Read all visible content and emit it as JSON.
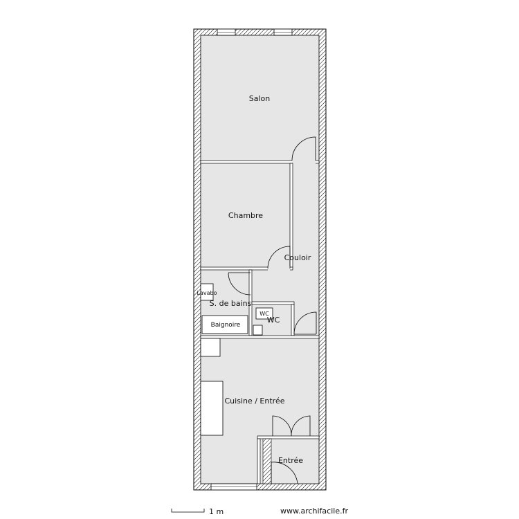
{
  "plan": {
    "rooms": [
      {
        "id": "salon",
        "label": "Salon"
      },
      {
        "id": "chambre",
        "label": "Chambre"
      },
      {
        "id": "couloir",
        "label": "Couloir"
      },
      {
        "id": "salle_de_bains",
        "label": "S. de bains"
      },
      {
        "id": "wc_room",
        "label": "WC"
      },
      {
        "id": "cuisine",
        "label": "Cuisine / Entrée"
      },
      {
        "id": "entree",
        "label": "Entrée"
      }
    ],
    "fixtures": {
      "lavabo": "Lavabo",
      "baignoire": "Baignoire",
      "wc": "WC"
    }
  },
  "scale": {
    "label": "1 m"
  },
  "credit": "www.archifacile.fr",
  "colors": {
    "room_fill": "#e6e6e6",
    "wall": "#000000",
    "background": "#ffffff"
  }
}
